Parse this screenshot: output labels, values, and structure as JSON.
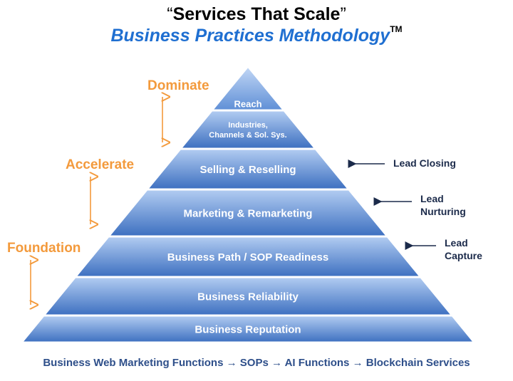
{
  "title": {
    "open_quote": "“",
    "main": "Services That Scale",
    "close_quote": "”",
    "subtitle": "Business Practices Methodology",
    "tm": "TM"
  },
  "stages": [
    "Dominate",
    "Accelerate",
    "Foundation"
  ],
  "tiers": [
    {
      "lines": [
        "Reach"
      ]
    },
    {
      "lines": [
        "Industries,",
        "Channels & Sol. Sys."
      ]
    },
    {
      "lines": [
        "Selling & Reselling"
      ]
    },
    {
      "lines": [
        "Marketing & Remarketing"
      ]
    },
    {
      "lines": [
        "Business Path / SOP Readiness"
      ]
    },
    {
      "lines": [
        "Business Reliability"
      ]
    },
    {
      "lines": [
        "Business Reputation"
      ]
    }
  ],
  "leads": [
    {
      "lines": [
        "Lead Closing"
      ]
    },
    {
      "lines": [
        "Lead",
        "Nurturing"
      ]
    },
    {
      "lines": [
        "Lead",
        "Capture"
      ]
    }
  ],
  "footer": "Business Web Marketing Functions → SOPs → AI Functions → Blockchain Services",
  "colors": {
    "tier_light": "#a9c5ee",
    "tier_dark": "#3f73c4",
    "stage": "#f39a3c",
    "arrow_lead": "#1b2a4a",
    "title_blue": "#1f6fd1",
    "footer": "#2e4f8a"
  }
}
